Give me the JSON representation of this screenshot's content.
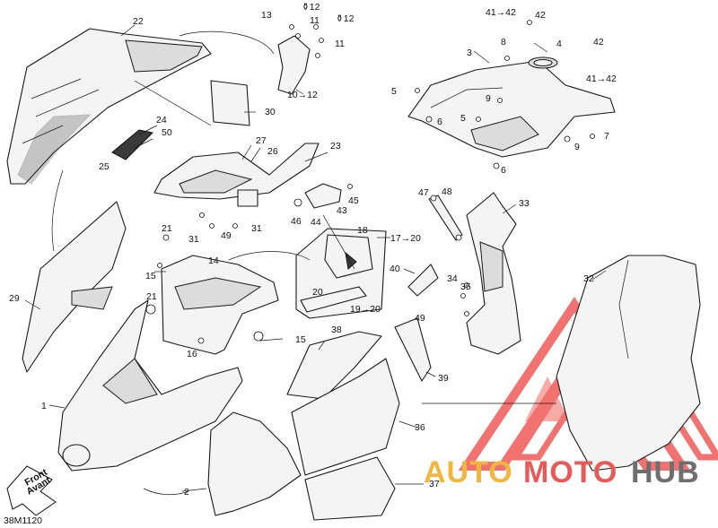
{
  "diagram": {
    "document_code": "38M1120",
    "front_label": [
      "Front",
      "Avant"
    ],
    "watermark": {
      "auto": "AUTO",
      "moto": "MOTO",
      "hub": "HUB",
      "colors": {
        "auto": "#f2b63c",
        "moto": "#e85a57",
        "hub": "#6e6e6e",
        "logo": "#ef5a57"
      }
    },
    "callouts": [
      "1",
      "2",
      "3",
      "4",
      "5",
      "5",
      "6",
      "6",
      "7",
      "8",
      "9",
      "9",
      "10→12",
      "11",
      "11",
      "⚱12",
      "⚱12",
      "13",
      "14",
      "15",
      "15",
      "16",
      "17→20",
      "18",
      "19→20",
      "20",
      "21",
      "21",
      "22",
      "23",
      "24",
      "25",
      "26",
      "27",
      "29",
      "30",
      "31",
      "31",
      "32",
      "33",
      "34",
      "35",
      "36",
      "37",
      "38",
      "39",
      "40",
      "41→42",
      "41→42",
      "42",
      "42",
      "43",
      "44",
      "45",
      "46",
      "47",
      "48",
      "49",
      "49",
      "50"
    ]
  }
}
